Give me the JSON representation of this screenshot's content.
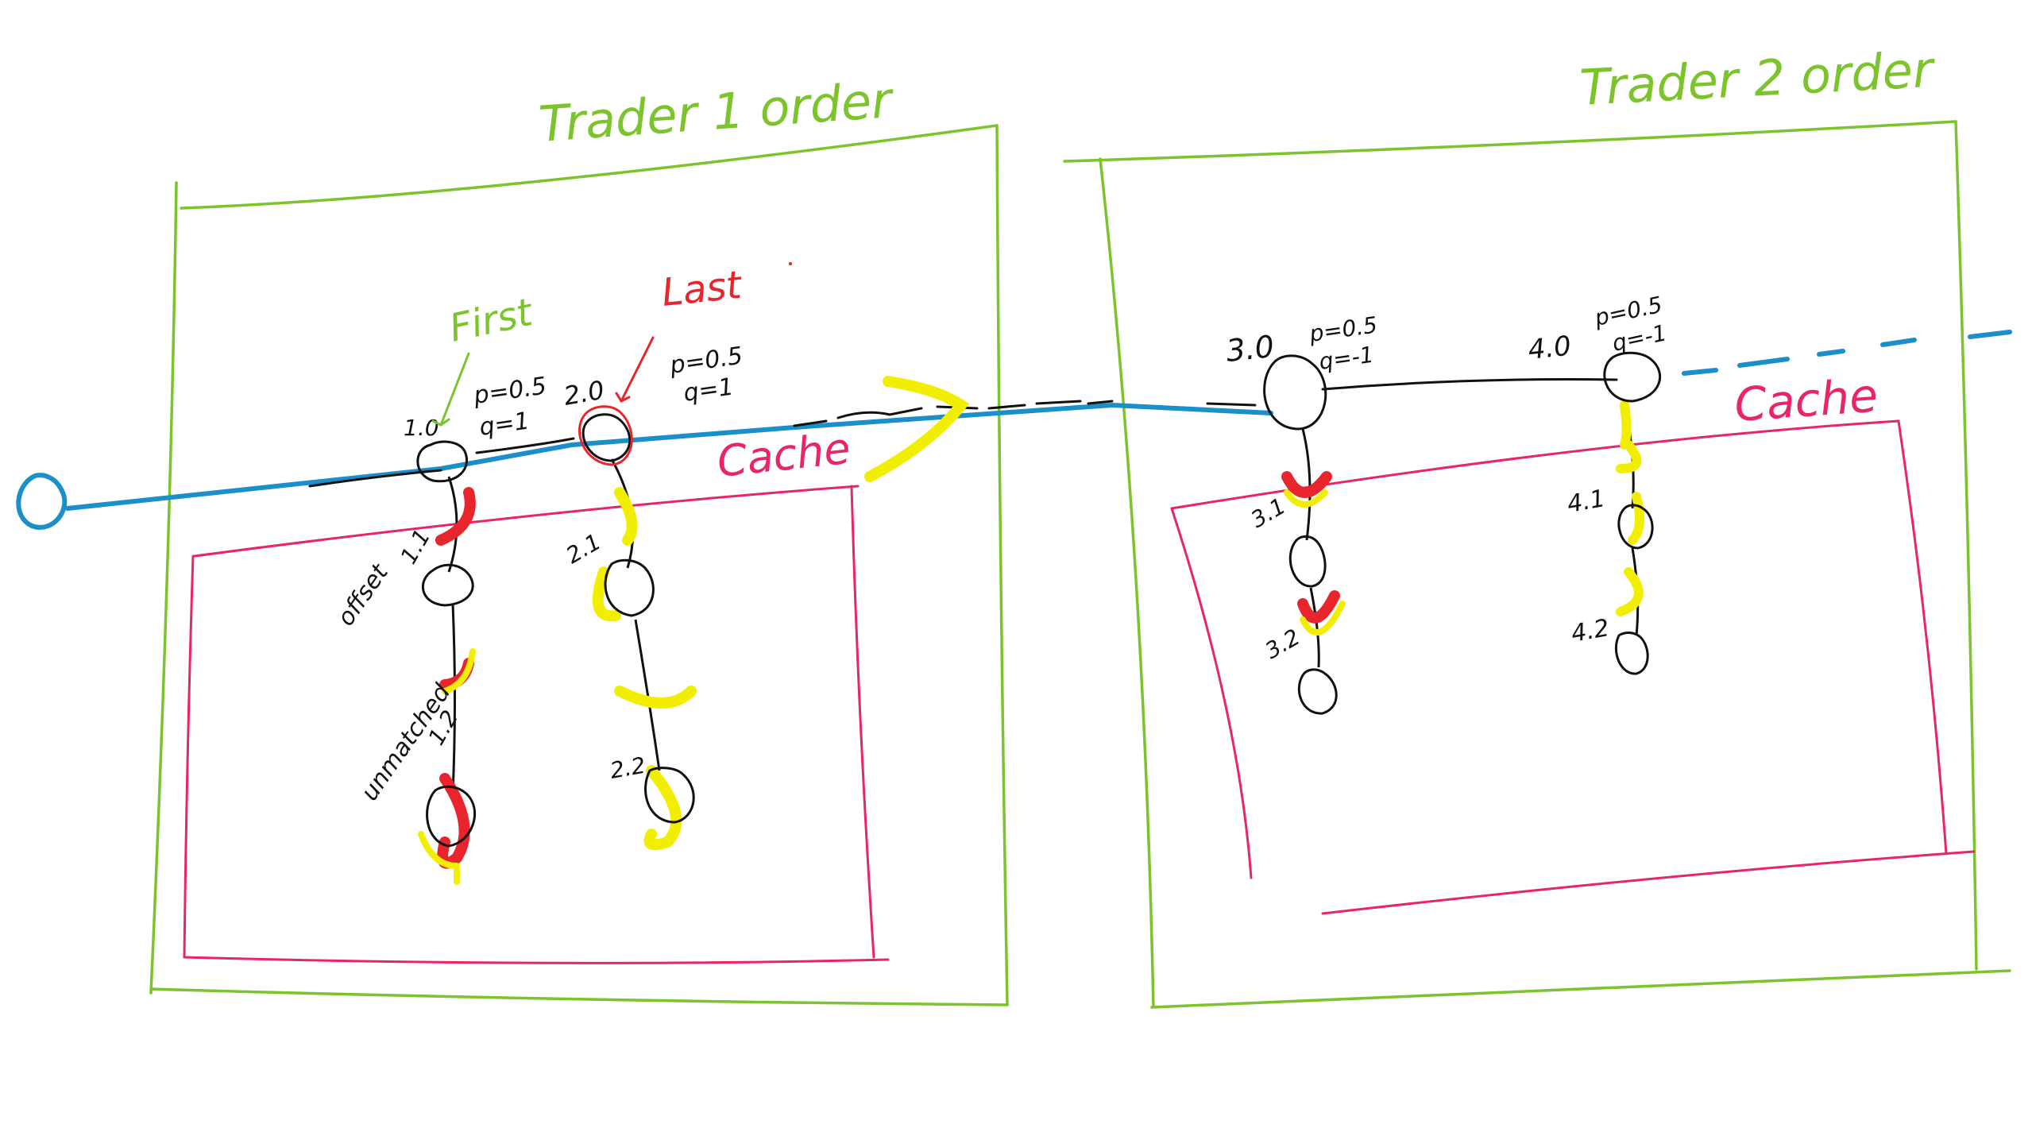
{
  "panels": [
    {
      "title": "Trader 1 order",
      "cache_label": "Cache"
    },
    {
      "title": "Trader 2 order",
      "cache_label": "Cache"
    }
  ],
  "markers": {
    "first": "First",
    "last": "Last"
  },
  "nodes": {
    "n1_0": "1.0",
    "n1_1": "1.1",
    "n1_2": "1.2",
    "n2_0": "2.0",
    "n2_1": "2.1",
    "n2_2": "2.2",
    "n3_0": "3.0",
    "n3_1": "3.1",
    "n3_2": "3.2",
    "n4_0": "4.0",
    "n4_1": "4.1",
    "n4_2": "4.2"
  },
  "node_side_labels": {
    "offset": "offset",
    "unmatched": "unmatched"
  },
  "params": {
    "n1_0": {
      "p": "p=0.5",
      "q": "q=1"
    },
    "n2_0": {
      "p": "p=0.5",
      "q": "q=1"
    },
    "n3_0": {
      "p": "p=0.5",
      "q": "q=-1"
    },
    "n4_0": {
      "p": "p=0.5",
      "q": "q=-1"
    }
  },
  "colors": {
    "panel": "#7cc42b",
    "cache": "#e8246a",
    "timeline": "#1a8fc9",
    "highlight_red": "#e8242c",
    "highlight_yellow": "#f2ee00",
    "ink": "#111111"
  }
}
